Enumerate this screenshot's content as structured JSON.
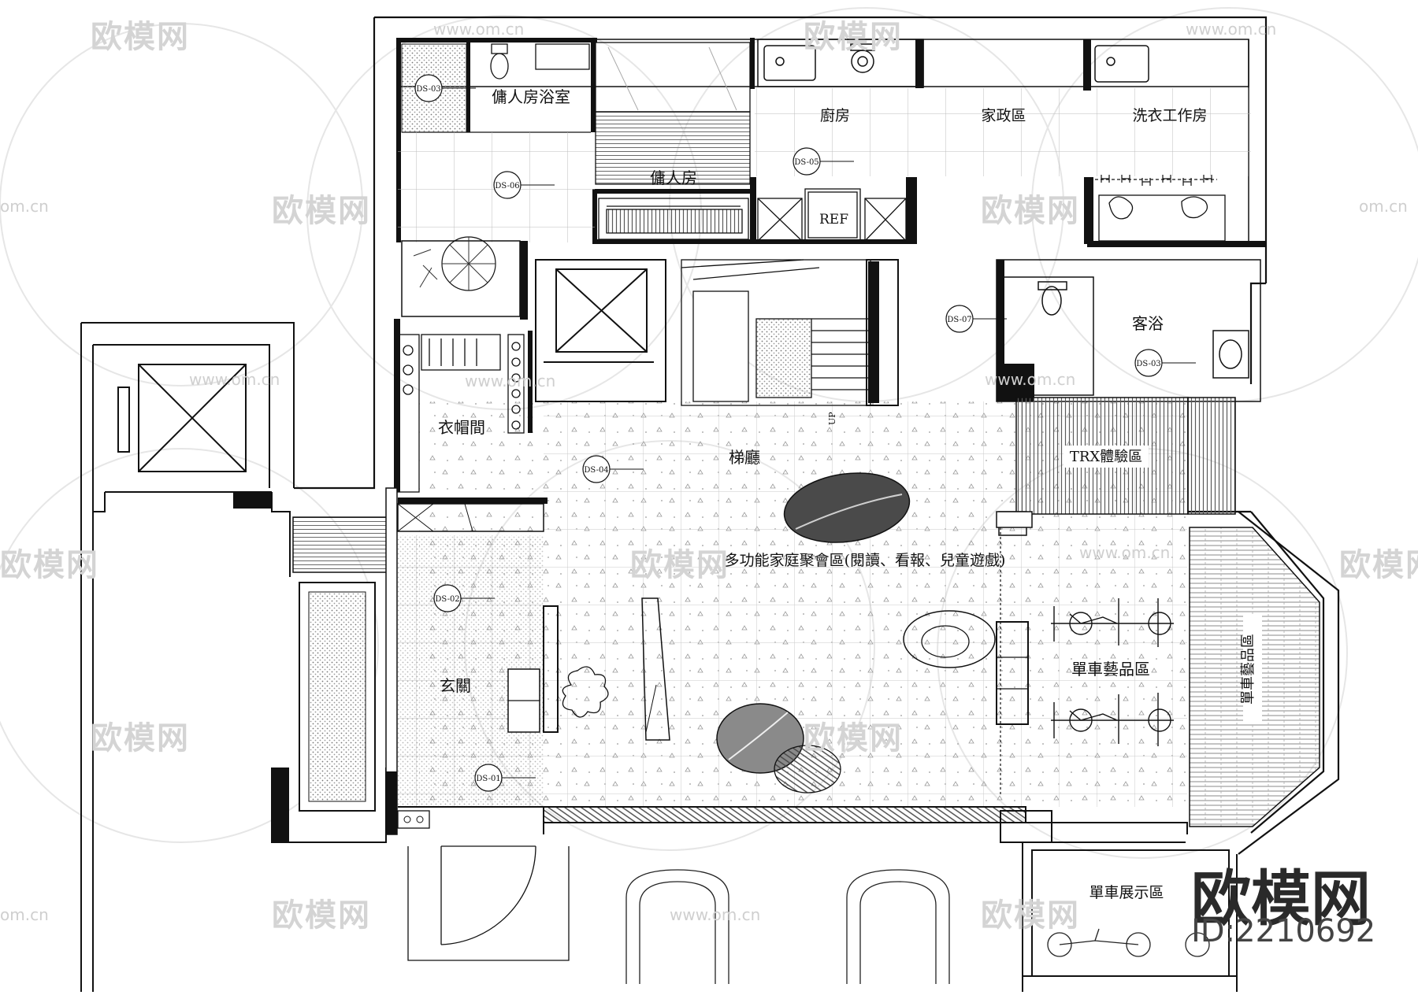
{
  "plan": {
    "rooms": [
      {
        "id": "maid-bath",
        "label": "傭人房浴室"
      },
      {
        "id": "maid-room",
        "label": "傭人房"
      },
      {
        "id": "kitchen",
        "label": "廚房"
      },
      {
        "id": "housekeeping",
        "label": "家政區"
      },
      {
        "id": "laundry",
        "label": "洗衣工作房"
      },
      {
        "id": "guest-bath",
        "label": "客浴"
      },
      {
        "id": "cloakroom",
        "label": "衣帽間"
      },
      {
        "id": "stair-hall",
        "label": "梯廳"
      },
      {
        "id": "trx-area",
        "label": "TRX體驗區"
      },
      {
        "id": "family-lounge",
        "label": "多功能家庭聚會區(閱讀、看報、兒童遊戲)"
      },
      {
        "id": "bike-art-area",
        "label": "單車藝品區"
      },
      {
        "id": "bike-art-side",
        "label": "單車藝品區"
      },
      {
        "id": "foyer",
        "label": "玄關"
      },
      {
        "id": "bike-display",
        "label": "單車展示區"
      }
    ],
    "fixture_labels": {
      "fridge": "REF",
      "stair_up": "UP"
    },
    "section_tags": [
      "DS-03",
      "DS-05",
      "DS-06",
      "DS-07",
      "DS-03",
      "DS-04",
      "DS-02",
      "DS-01"
    ]
  },
  "watermark": {
    "text": "欧模网",
    "url": "www.om.cn",
    "url_short": "om.cn"
  },
  "brand": {
    "name": "欧模网",
    "id": "ID:2210692"
  }
}
